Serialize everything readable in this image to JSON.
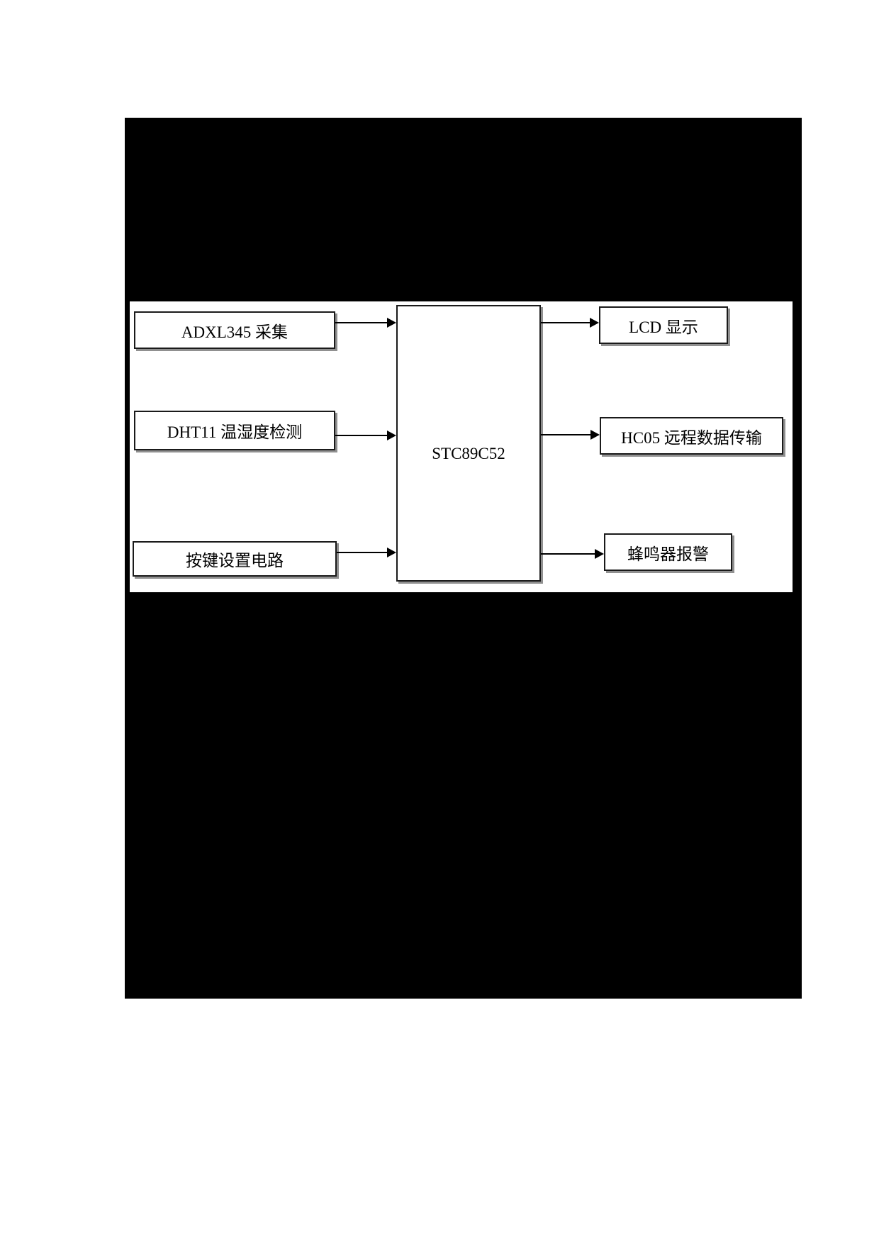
{
  "figure": {
    "type": "block-diagram",
    "controller": {
      "label": "STC89C52"
    },
    "inputs": [
      {
        "label": "ADXL345 采集"
      },
      {
        "label": "DHT11 温湿度检测"
      },
      {
        "label": "按键设置电路"
      }
    ],
    "outputs": [
      {
        "label": "LCD 显示"
      },
      {
        "label": "HC05 远程数据传输"
      },
      {
        "label": "蜂鸣器报警"
      }
    ],
    "connections": [
      {
        "from": "ADXL345 采集",
        "to": "STC89C52"
      },
      {
        "from": "DHT11 温湿度检测",
        "to": "STC89C52"
      },
      {
        "from": "按键设置电路",
        "to": "STC89C52"
      },
      {
        "from": "STC89C52",
        "to": "LCD 显示"
      },
      {
        "from": "STC89C52",
        "to": "HC05 远程数据传输"
      },
      {
        "from": "STC89C52",
        "to": "蜂鸣器报警"
      }
    ],
    "colors": {
      "page_background": "#ffffff",
      "figure_background": "#000000",
      "panel_background": "#ffffff",
      "box_border": "#1a1a1a",
      "box_shadow": "#909090",
      "arrow": "#000000",
      "text": "#000000"
    }
  }
}
